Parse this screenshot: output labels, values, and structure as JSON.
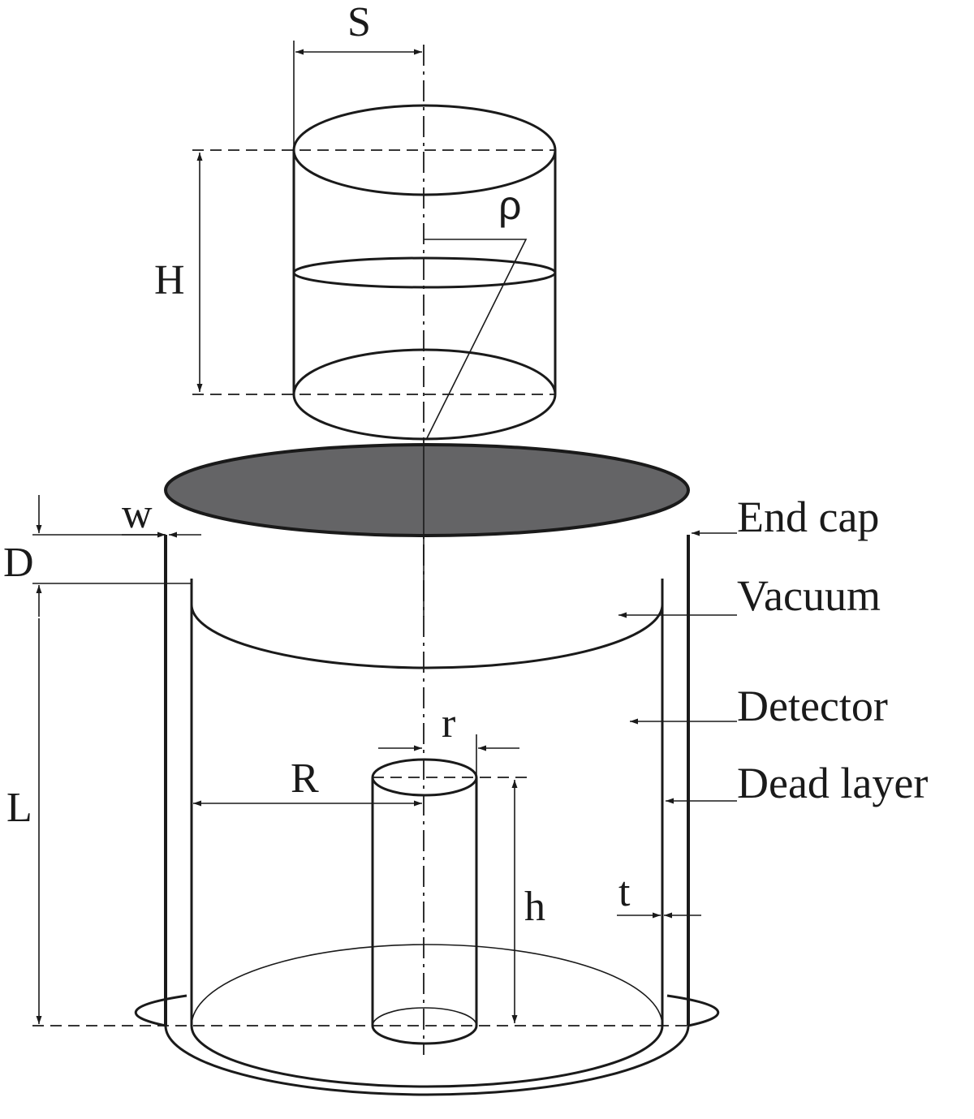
{
  "diagram": {
    "colors": {
      "line": "#1a1a1a",
      "end_cap_fill": "#646466",
      "background": "#ffffff"
    },
    "dimension_labels": {
      "S": "S",
      "H": "H",
      "rho": "ρ",
      "w": "w",
      "D": "D",
      "L": "L",
      "R": "R",
      "r": "r",
      "h": "h",
      "t": "t"
    },
    "callouts": {
      "end_cap": "End cap",
      "vacuum": "Vacuum",
      "detector": "Detector",
      "dead_layer": "Dead layer"
    }
  }
}
